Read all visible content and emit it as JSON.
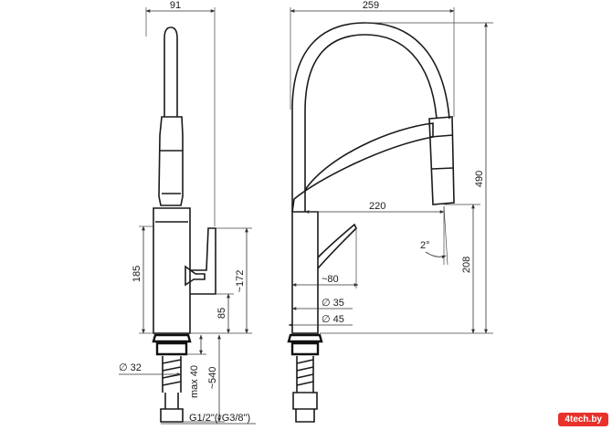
{
  "dimensions": {
    "side_width": "91",
    "overall_width": "259",
    "height_185": "185",
    "height_172": "~172",
    "height_85": "85",
    "max_40": "max 40",
    "hose_540": "~540",
    "dia_32": "∅ 32",
    "thread": "G1/2\"(*G3/8\")",
    "height_490": "490",
    "reach_220": "220",
    "angle": "2°",
    "spout_208": "208",
    "handle_80": "~80",
    "dia_35": "∅ 35",
    "dia_45": "∅ 45"
  },
  "watermark": {
    "text": "4tech.by"
  }
}
